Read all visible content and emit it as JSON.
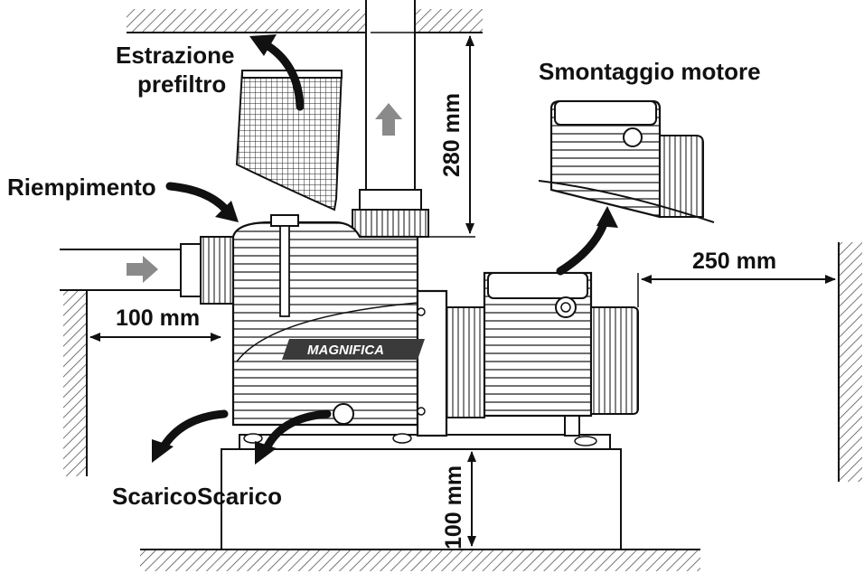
{
  "labels": {
    "estrazione_line1": "Estrazione",
    "estrazione_line2": "prefiltro",
    "smontaggio": "Smontaggio motore",
    "riempimento": "Riempimento",
    "scarico_1": "Scarico",
    "scarico_2": "Scarico",
    "brand": "MAGNIFICA"
  },
  "dimensions": {
    "top_clearance": "280 mm",
    "right_clearance": "250 mm",
    "left_clearance": "100 mm",
    "base_height": "100 mm"
  },
  "colors": {
    "line": "#111111",
    "hatch": "#555555",
    "flow_arrow": "#8a8a8a",
    "brand_band": "#3a3a3a"
  }
}
